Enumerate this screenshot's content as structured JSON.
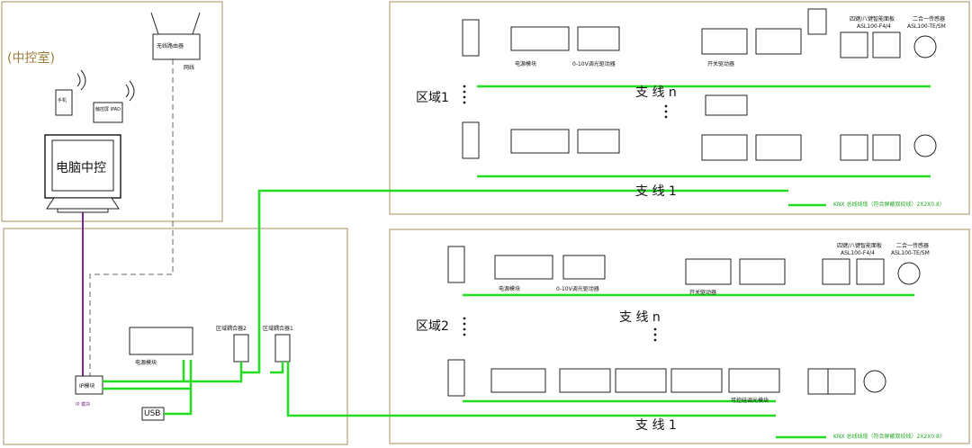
{
  "control_room": {
    "title": "(中控室)",
    "router_label": "无线路由器",
    "network_label": "网线",
    "phone_label": "手机",
    "tablet_label": "触控屏 IPAD",
    "pc_label": "电脑中控"
  },
  "distribution": {
    "power_module_label": "电源模块",
    "ip_gateway_label": "IP模块",
    "ip_caption": "IP 模块",
    "usb_label": "USB",
    "coupler2_label": "区域耦合器2",
    "coupler1_label": "区域耦合器1"
  },
  "zone1": {
    "zone_label": "区域1",
    "line_n_label": "支 线 n",
    "line_1_label": "支 线 1",
    "power_module": "电源模块",
    "dimmer_module": "0-10V调光驱动器",
    "switch_actuator": "开关驱动器",
    "panel_label": "四键/八键智能面板",
    "panel_model": "ASL100-F4/4",
    "sensor_label": "二合一传感器",
    "sensor_model": "ASL100-TE/SM",
    "cable_note": "KNX 总线线缆（符合屏蔽双绞线）2X2X0.8）"
  },
  "zone2": {
    "zone_label": "区域2",
    "line_n_label": "支 线 n",
    "line_1_label": "支 线 1",
    "power_module": "电源模块",
    "dimmer_module": "0-10V调光驱动器",
    "switch_actuator": "开关驱动器",
    "scene_module": "可控硅调光模块",
    "panel_label": "四键/八键智能面板",
    "panel_model": "ASL100-F4/4",
    "sensor_label": "二合一传感器",
    "sensor_model": "ASL100-TE/SM",
    "cable_note": "KNX 总线线缆（符合屏蔽双绞线）2X2X0.8）"
  },
  "colors": {
    "bus": "#22dd22",
    "network": "#7a2a8f",
    "frame": "#b8a27a",
    "device": "#222222"
  }
}
